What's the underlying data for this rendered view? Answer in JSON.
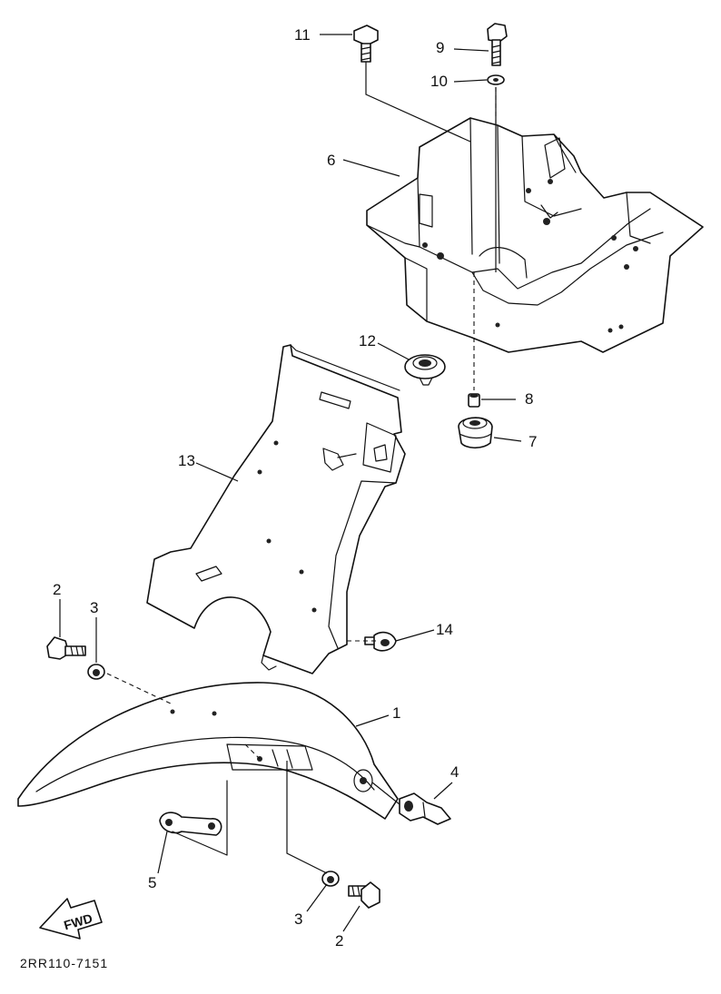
{
  "diagram": {
    "callouts": {
      "c1": "1",
      "c2a": "2",
      "c2b": "2",
      "c3a": "3",
      "c3b": "3",
      "c4": "4",
      "c5": "5",
      "c6": "6",
      "c7": "7",
      "c8": "8",
      "c9": "9",
      "c10": "10",
      "c11": "11",
      "c12": "12",
      "c13": "13",
      "c14": "14"
    },
    "direction_label": "FWD",
    "figure_code": "2RR110-7151"
  }
}
